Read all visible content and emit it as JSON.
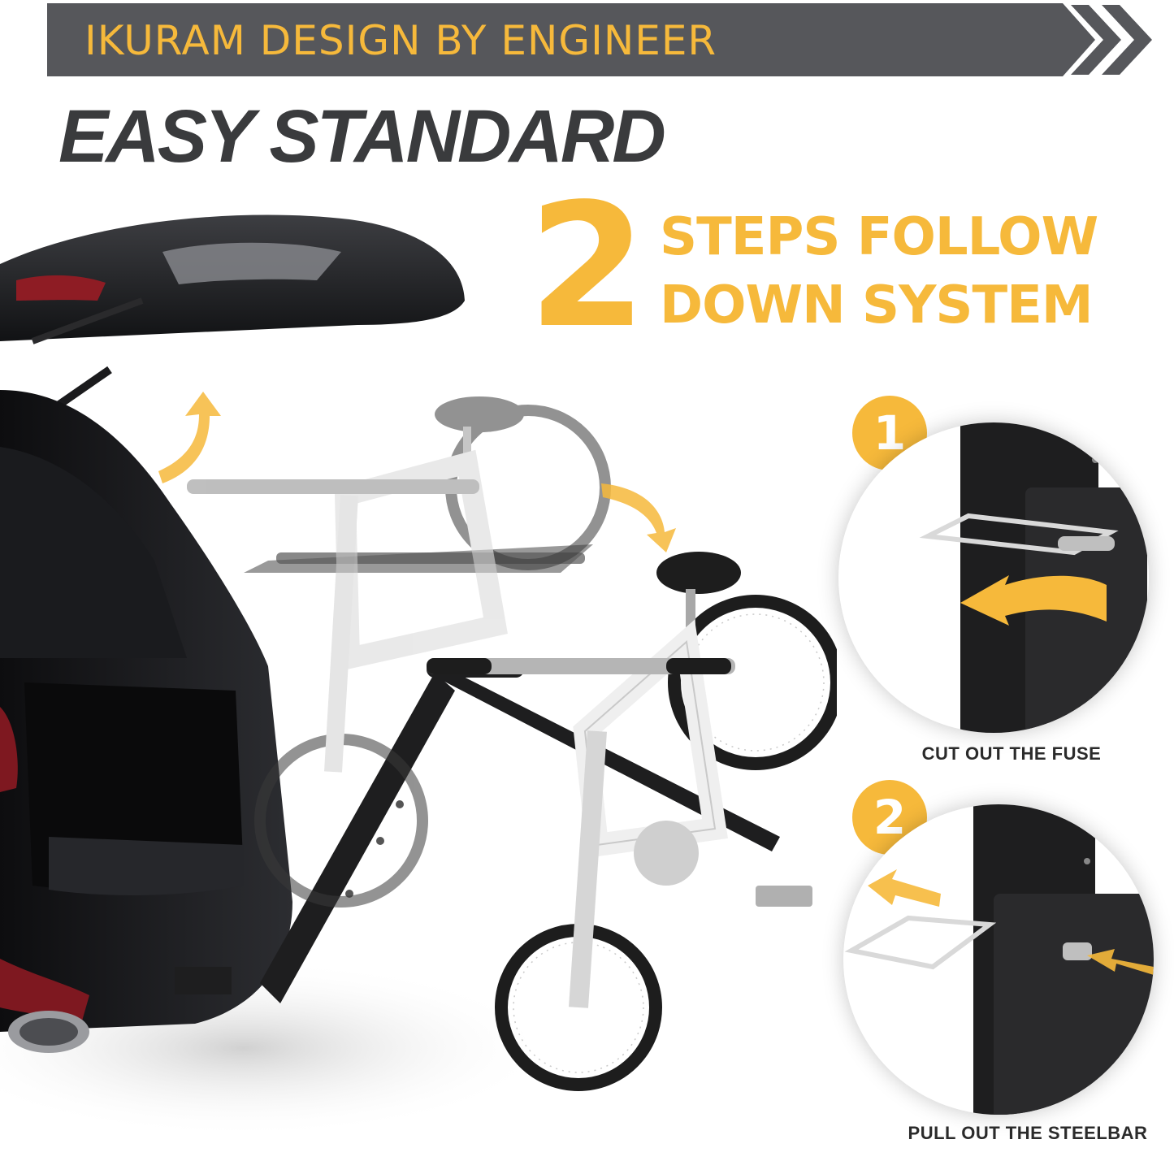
{
  "banner": {
    "text": "IKURAM DESIGN BY ENGINEER"
  },
  "headline": {
    "text": "EASY STANDARD"
  },
  "feature": {
    "number": "2",
    "line1": "STEPS FOLLOW",
    "line2": "DOWN SYSTEM"
  },
  "steps": [
    {
      "number": "1",
      "caption": "CUT OUT THE FUSE"
    },
    {
      "number": "2",
      "caption": "PULL OUT THE STEELBAR"
    }
  ],
  "colors": {
    "banner_bg": "#56575b",
    "accent": "#f6b93b",
    "headline": "#3a3b3d",
    "steel": "#1e1e1f"
  },
  "icons": [
    "chevron-right-icon",
    "up-arrow-icon",
    "down-arrow-icon",
    "left-arrow-icon"
  ]
}
